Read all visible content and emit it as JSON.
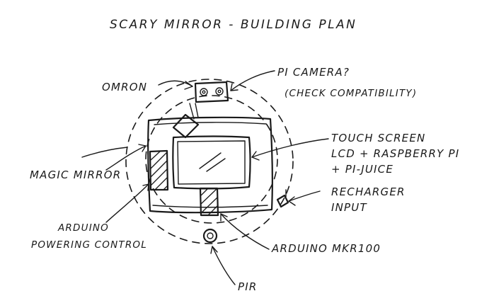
{
  "title": "SCARY MIRROR - BUILDING PLAN",
  "labels": {
    "omron": "OMRON",
    "pi_camera": "PI CAMERA?",
    "pi_camera_note": "(CHECK COMPATIBILITY)",
    "touch_screen": "TOUCH SCREEN",
    "touch_screen_line2": "LCD + RASPBERRY PI",
    "touch_screen_line3": "+ PI-JUICE",
    "magic_mirror": "MAGIC MIRROR",
    "recharger": "RECHARGER",
    "recharger_line2": "INPUT",
    "arduino_power": "ARDUINO",
    "arduino_power_line2": "POWERING CONTROL",
    "arduino_mkr": "ARDUINO MKR100",
    "pir": "PIR"
  }
}
